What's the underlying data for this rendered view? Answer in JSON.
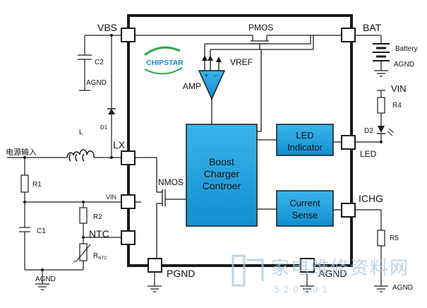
{
  "pins": {
    "vbs": "VBS",
    "lx": "LX",
    "vin": "VIN",
    "ntc": "NTC",
    "pgnd": "PGND",
    "agnd": "AGND",
    "bat": "BAT",
    "led": "LED",
    "ichg": "ICHG"
  },
  "blocks": {
    "boost_line1": "Boost",
    "boost_line2": "Charger",
    "boost_line3": "Controer",
    "led_line1": "LED",
    "led_line2": "Indicator",
    "sense_line1": "Current",
    "sense_line2": "Sense"
  },
  "internal": {
    "pmos": "PMOS",
    "nmos": "NMOS",
    "amp": "AMP",
    "vref": "VREF"
  },
  "logo": {
    "text": "CHIPSTAR"
  },
  "external": {
    "c2": "C2",
    "agnd_c2": "AGND",
    "d1": "D1",
    "inductor": "L",
    "power_input": "电源输入",
    "r1": "R1",
    "c1": "C1",
    "r2": "R2",
    "rntc_main": "R",
    "rntc_sub": "NTC",
    "agnd_left": "AGND",
    "battery": "Battery",
    "agnd_battery": "AGND",
    "vin_right": "VIN",
    "r4": "R4",
    "d2": "D2",
    "r5": "R5",
    "agnd_r5": "AGND"
  },
  "watermark": {
    "chinese": "家电维修资料网",
    "digits": "520101"
  },
  "colors": {
    "block_fill": "#1fa0dc",
    "line": "#1a1a1a",
    "logo_green": "#2aa84a",
    "logo_blue": "#1e88c8",
    "watermark": "#a8c8e6"
  }
}
